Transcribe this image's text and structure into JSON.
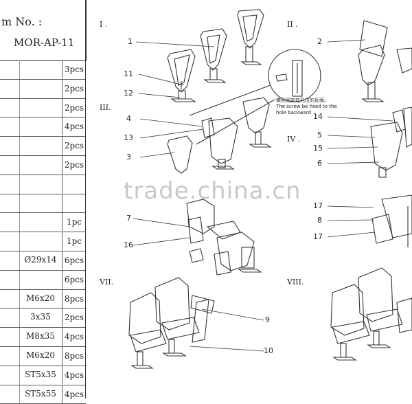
{
  "header": {
    "item_no_label": "m No. :",
    "model": "MOR-AP-11"
  },
  "table": {
    "rows": [
      {
        "spec": "",
        "qty": "3pcs"
      },
      {
        "spec": "",
        "qty": "2pcs"
      },
      {
        "spec": "",
        "qty": "2pcs"
      },
      {
        "spec": "",
        "qty": "4pcs"
      },
      {
        "spec": "",
        "qty": "2pcs"
      },
      {
        "spec": "",
        "qty": "2pcs"
      },
      {
        "spec": "",
        "qty": ""
      },
      {
        "spec": "",
        "qty": ""
      },
      {
        "spec": "",
        "qty": "1pc"
      },
      {
        "spec": "",
        "qty": "1pc"
      },
      {
        "spec": "Ø29x14",
        "qty": "6pcs"
      },
      {
        "spec": "",
        "qty": "6pcs"
      },
      {
        "spec": "M6x20",
        "qty": "8pcs"
      },
      {
        "spec": "3x35",
        "qty": "2pcs"
      },
      {
        "spec": "M8x35",
        "qty": "4pcs"
      },
      {
        "spec": "M6x20",
        "qty": "8pcs"
      },
      {
        "spec": "ST5x35",
        "qty": "4pcs"
      },
      {
        "spec": "ST5x55",
        "qty": "4pcs"
      }
    ]
  },
  "steps": {
    "s1": "I .",
    "s2": "II .",
    "s3": "III.",
    "s4": "IV .",
    "s7": "VII.",
    "s8": "VIII."
  },
  "callouts": {
    "n1": "1",
    "n2": "2",
    "n3": "3",
    "n4": "4",
    "n5": "5",
    "n6": "6",
    "n7": "7",
    "n8": "8",
    "n9": "9",
    "n10": "10",
    "n11": "11",
    "n12": "12",
    "n13": "13",
    "n14": "14",
    "n15": "15",
    "n16": "16",
    "n17a": "17",
    "n17b": "17"
  },
  "note": {
    "chinese": "螺丝固定在孔位的反面。",
    "line1": "The screw be fixed to the",
    "line2": "hole backward"
  },
  "watermark": "trade.china.cn"
}
